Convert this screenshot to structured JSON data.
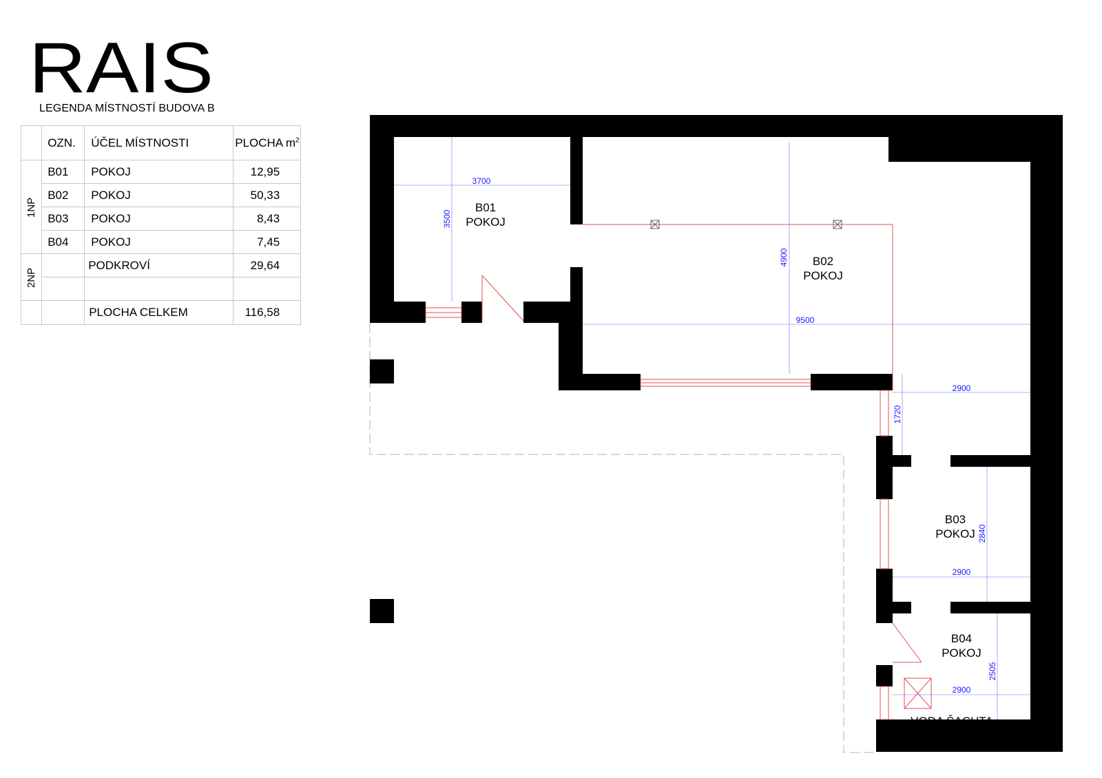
{
  "header": {
    "logo": "RAIS",
    "subtitle": "LEGENDA MÍSTNOSTÍ BUDOVA B"
  },
  "legend": {
    "columns": [
      "OZN.",
      "ÚČEL MÍSTNOSTI",
      "PLOCHA m",
      "2"
    ],
    "floors": [
      "1NP",
      "2NP"
    ],
    "rows": [
      {
        "code": "B01",
        "purpose": "POKOJ",
        "area": "12,95"
      },
      {
        "code": "B02",
        "purpose": "POKOJ",
        "area": "50,33"
      },
      {
        "code": "B03",
        "purpose": "POKOJ",
        "area": "8,43"
      },
      {
        "code": "B04",
        "purpose": "POKOJ",
        "area": "7,45"
      },
      {
        "code": "",
        "purpose": "PODKROVÍ",
        "area": "29,64"
      }
    ],
    "total": {
      "label": "PLOCHA CELKEM",
      "area": "116,58"
    }
  },
  "plan": {
    "rooms": [
      {
        "code": "B01",
        "name": "POKOJ"
      },
      {
        "code": "B02",
        "name": "POKOJ"
      },
      {
        "code": "B03",
        "name": "POKOJ"
      },
      {
        "code": "B04",
        "name": "POKOJ"
      }
    ],
    "shaft_label": "VODA ŠACHTA",
    "dimensions": {
      "b01_width": "3700",
      "b01_depth": "3500",
      "b02_depth": "4900",
      "b02_width": "9500",
      "corridor_width": "2900",
      "corridor_depth": "1720",
      "b03_width": "2900",
      "b03_depth": "2840",
      "b04_width": "2900",
      "b04_depth": "2505"
    },
    "colors": {
      "wall": "#000000",
      "dimension": "#1a1aff",
      "opening": "#e05050",
      "dashed": "#b0b0b0"
    }
  }
}
